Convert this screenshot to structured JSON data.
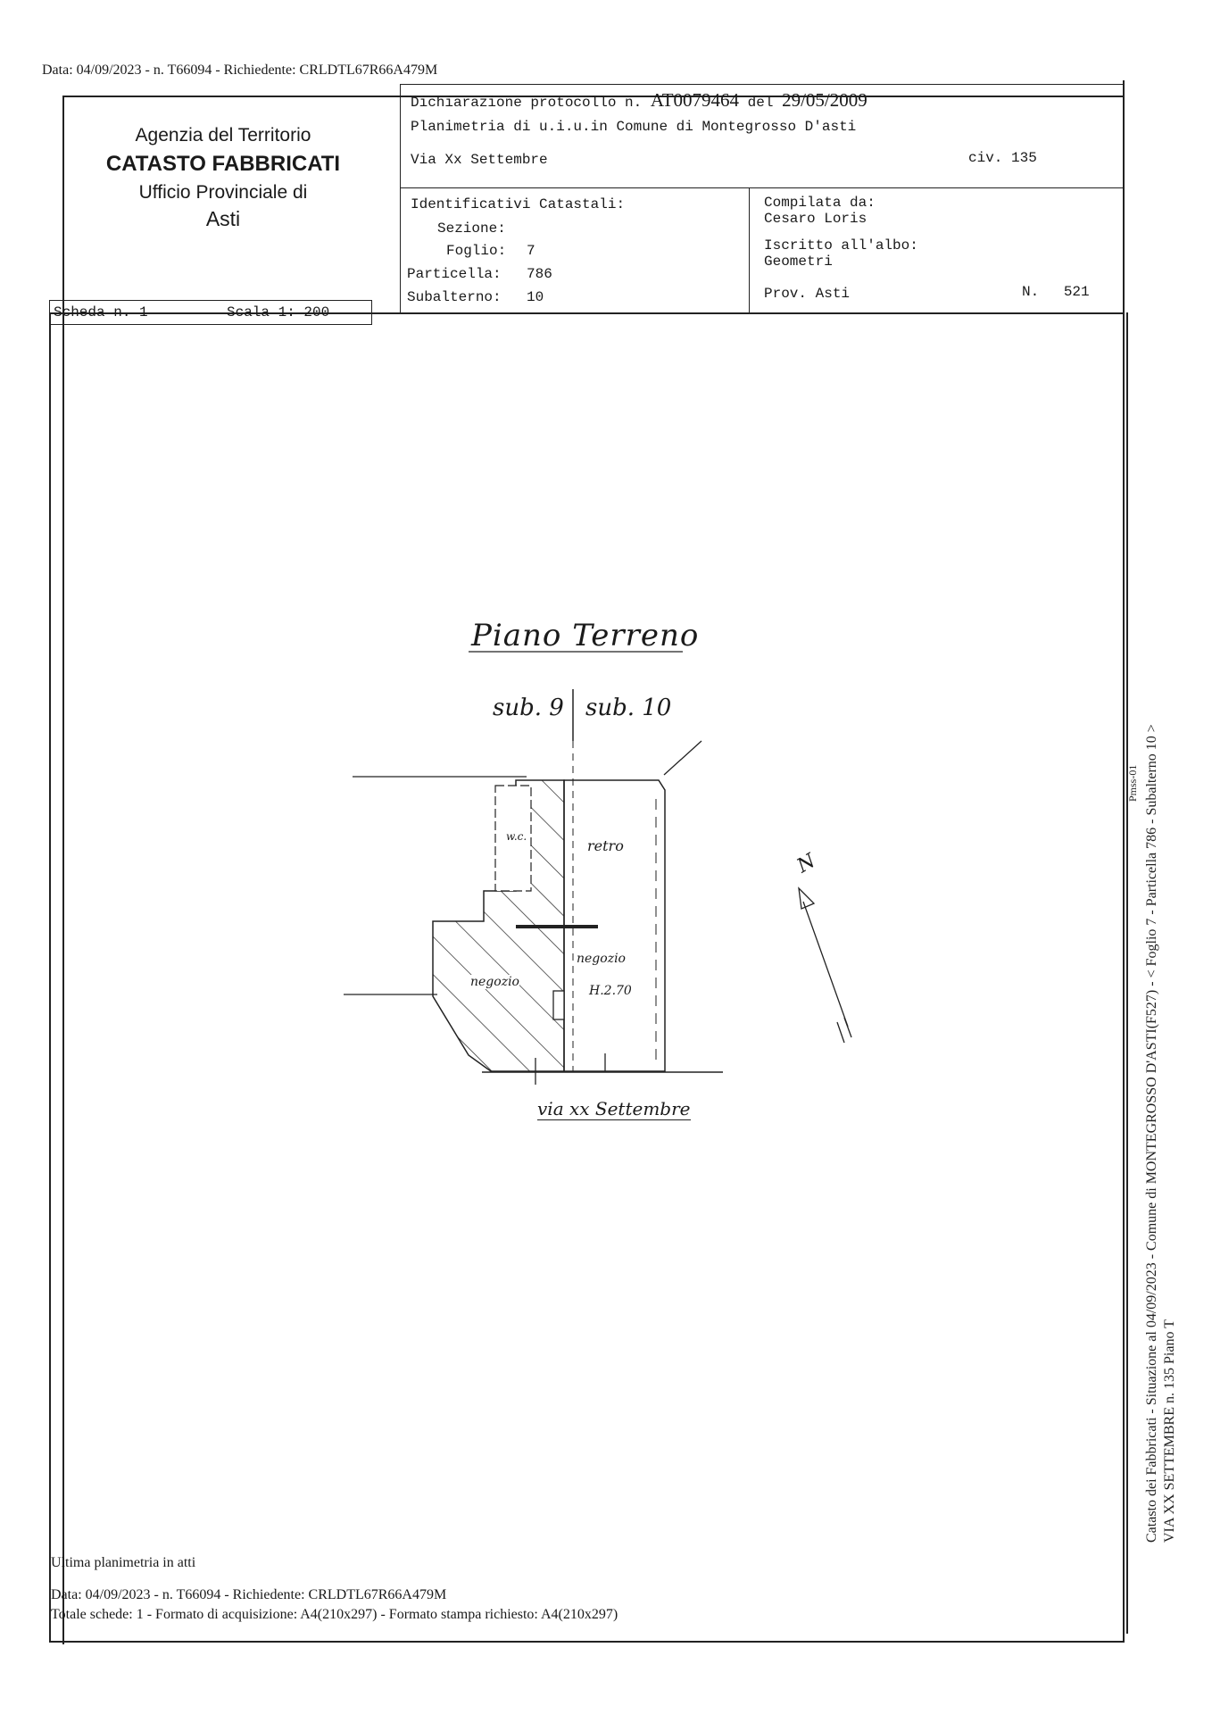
{
  "top_meta": "Data: 04/09/2023 - n. T66094 - Richiedente: CRLDTL67R66A479M",
  "agency": {
    "line1": "Agenzia del Territorio",
    "line2": "CATASTO FABBRICATI",
    "line3": "Ufficio Provinciale di",
    "line4": "Asti"
  },
  "declaration": {
    "label": "Dichiarazione protocollo n.",
    "protocol": "AT0079464",
    "del_label": "del",
    "date": "29/05/2009"
  },
  "planimetry": "Planimetria di u.i.u.in Comune di Montegrosso D'asti",
  "address": {
    "street": "Via Xx Settembre",
    "civ_label": "civ.",
    "civ": "135"
  },
  "identifiers": {
    "title": "Identificativi Catastali:",
    "sezione_label": "Sezione:",
    "sezione": "",
    "foglio_label": "Foglio:",
    "foglio": "7",
    "particella_label": "Particella:",
    "particella": "786",
    "subalterno_label": "Subalterno:",
    "subalterno": "10"
  },
  "compiler": {
    "label": "Compilata da:",
    "name": "Cesaro Loris",
    "albo_label": "Iscritto all'albo:",
    "albo": "Geometri",
    "prov_label": "Prov.",
    "prov": "Asti",
    "n_label": "N.",
    "n": "521"
  },
  "sheet": {
    "scheda": "Scheda n. 1",
    "scala": "Scala 1: 200"
  },
  "drawing": {
    "title": "Piano Terreno",
    "sub_left": "sub. 9",
    "sub_right": "sub. 10",
    "wc": "w.c.",
    "retro": "retro",
    "negozio_left": "negozio",
    "negozio_right": "negozio",
    "height": "H.2.70",
    "street": "via xx Settembre",
    "north": "N"
  },
  "side_text": {
    "line1": "Catasto dei Fabbricati - Situazione al 04/09/2023 - Comune di MONTEGROSSO D'ASTI(F527) - < Foglio 7 - Particella 786 - Subalterno 10 >",
    "line2": "VIA XX SETTEMBRE n. 135 Piano T",
    "stamp": "Pmss-01"
  },
  "footer": {
    "line1": "Ultima planimetria in atti",
    "line2": "Data: 04/09/2023 - n. T66094 - Richiedente: CRLDTL67R66A479M",
    "line3": "Totale schede: 1 - Formato di acquisizione: A4(210x297) - Formato stampa richiesto: A4(210x297)"
  }
}
